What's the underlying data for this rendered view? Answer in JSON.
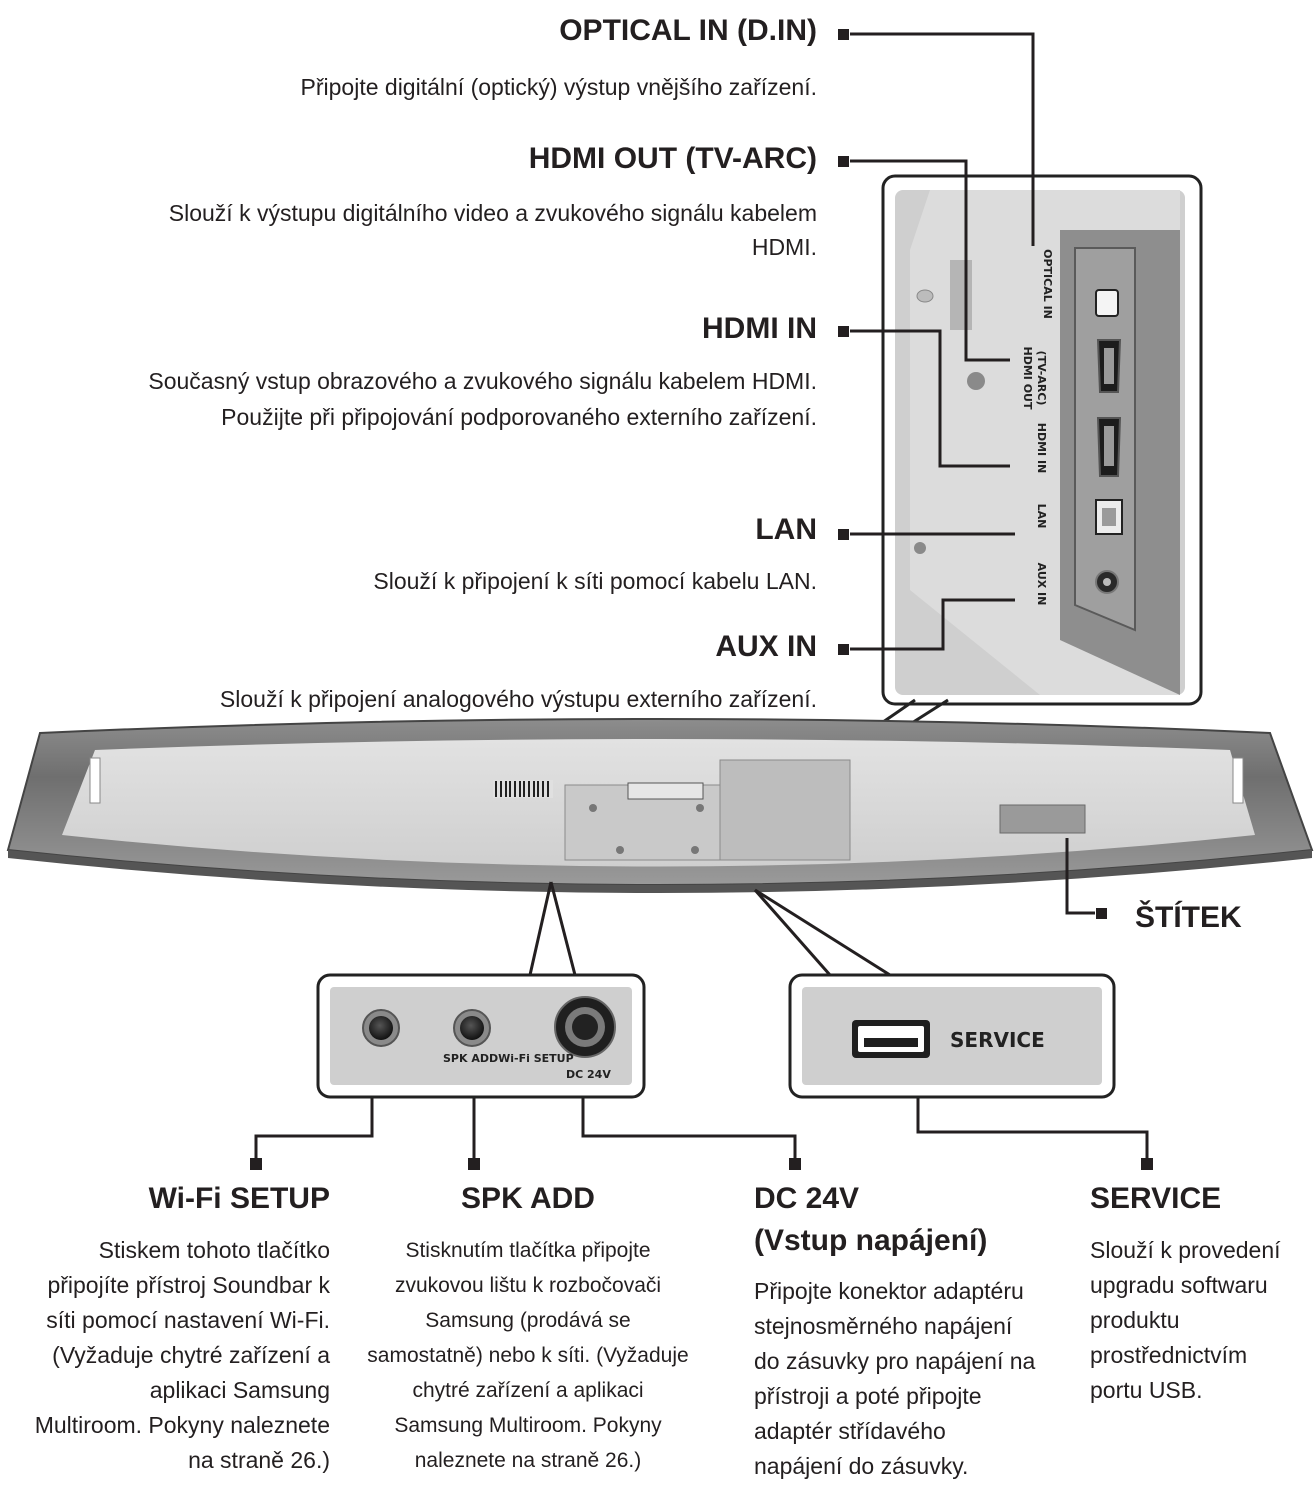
{
  "labels": {
    "optical": {
      "title": "OPTICAL IN (D.IN)",
      "desc": "Připojte digitální (optický) výstup vnějšího zařízení."
    },
    "hdmi_out": {
      "title": "HDMI OUT (TV-ARC)",
      "desc_1": "Slouží k výstupu digitálního video a zvukového signálu kabelem",
      "desc_2": "HDMI."
    },
    "hdmi_in": {
      "title": "HDMI IN",
      "desc_1": "Současný vstup obrazového a zvukového signálu kabelem HDMI.",
      "desc_2": "Použijte při připojování podporovaného externího zařízení."
    },
    "lan": {
      "title": "LAN",
      "desc": "Slouží k připojení k síti pomocí kabelu LAN."
    },
    "aux_in": {
      "title": "AUX IN",
      "desc": "Slouží k připojení analogového výstupu externího zařízení."
    },
    "stitek": {
      "title": "ŠTÍTEK"
    },
    "wifi_setup": {
      "title": "Wi-Fi SETUP",
      "desc": [
        "Stiskem tohoto tlačítko",
        "připojíte přístroj Soundbar k",
        "síti pomocí nastavení Wi-Fi.",
        "(Vyžaduje chytré zařízení a",
        "aplikaci Samsung",
        "Multiroom. Pokyny naleznete",
        "na straně 26.)"
      ]
    },
    "spk_add": {
      "title": "SPK ADD",
      "desc": [
        "Stisknutím tlačítka připojte",
        "zvukovou lištu k rozbočovači",
        "Samsung (prodává se",
        "samostatně) nebo k síti. (Vyžaduje",
        "chytré zařízení a aplikaci",
        "Samsung Multiroom. Pokyny",
        "naleznete na straně 26.)"
      ]
    },
    "dc_24v": {
      "title_1": "DC 24V",
      "title_2": "(Vstup napájení)",
      "desc": [
        "Připojte konektor adaptéru",
        "stejnosměrného napájení",
        "do zásuvky pro napájení na",
        "přístroji a poté připojte",
        "adaptér střídavého",
        "napájení do zásuvky."
      ]
    },
    "service": {
      "title": "SERVICE",
      "desc": [
        "Slouží k provedení",
        "upgradu softwaru",
        "produktu",
        "prostřednictvím",
        "portu USB."
      ]
    }
  },
  "panel_labels": {
    "optical": "OPTICAL IN",
    "hdmi_out_1": "HDMI OUT",
    "hdmi_out_2": "(TV-ARC)",
    "hdmi_in": "HDMI IN",
    "lan": "LAN",
    "aux_in": "AUX IN",
    "bottom_left": "SPK ADDWi-Fi SETUP",
    "dc": "DC 24V",
    "service": "SERVICE"
  },
  "colors": {
    "line": "#231f20",
    "panel": "#d6d6d6",
    "panel_dark": "#a9a9a9",
    "text": "#231f20"
  }
}
